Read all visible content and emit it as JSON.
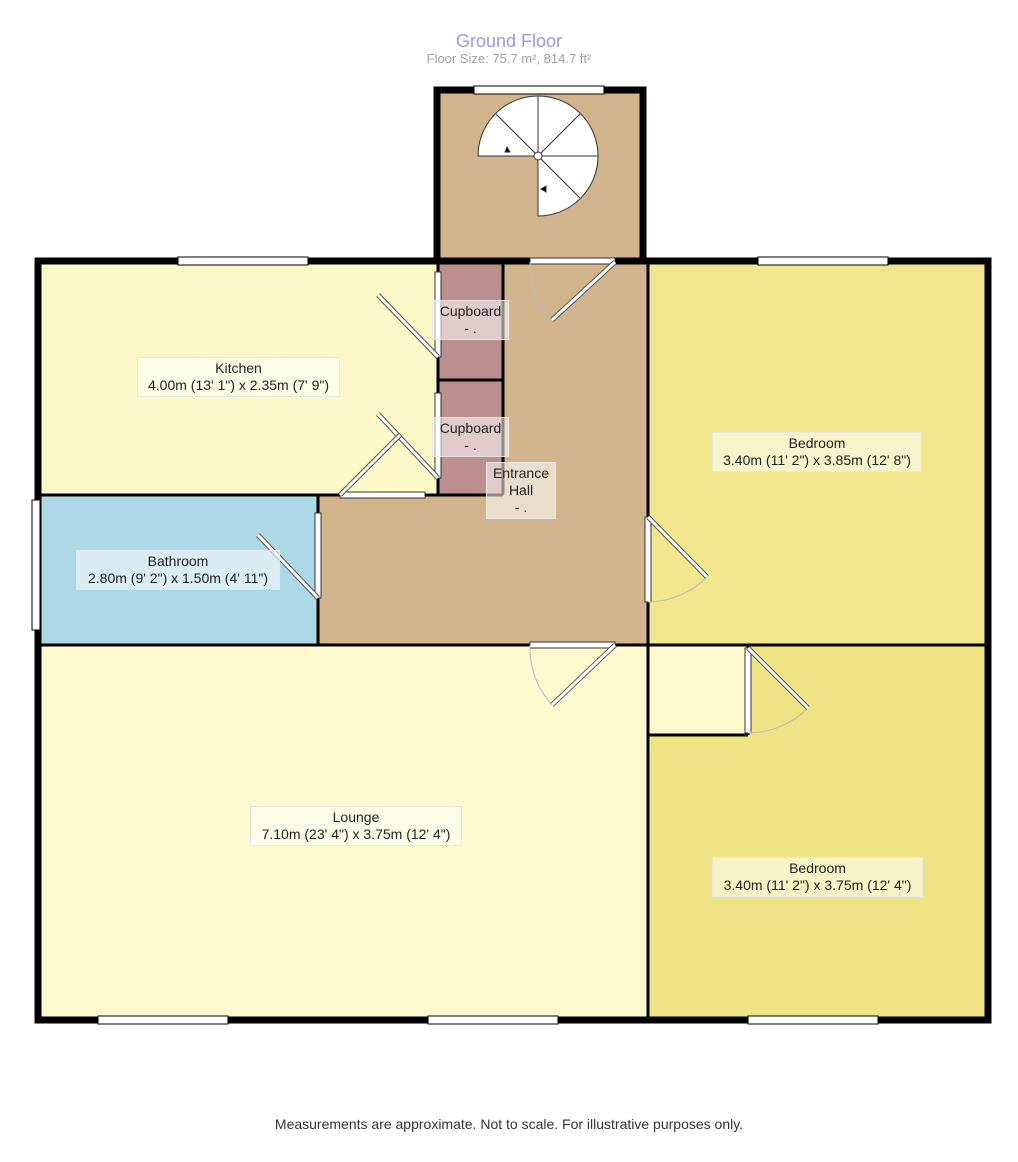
{
  "header": {
    "title": "Ground Floor",
    "floor_size": "Floor Size: 75.7 m², 814.7 ft²"
  },
  "rooms": {
    "kitchen": {
      "name": "Kitchen",
      "dims": "4.00m (13' 1\") x 2.35m (7' 9\")",
      "color": "#fdf8c8"
    },
    "cupboard1": {
      "name": "Cupboard",
      "dims": "- .",
      "color": "#bc8f8f"
    },
    "cupboard2": {
      "name": "Cupboard",
      "dims": "- .",
      "color": "#bc8f8f"
    },
    "hall": {
      "name": "Entrance Hall",
      "dims": "- .",
      "color": "#d2b48c"
    },
    "bathroom": {
      "name": "Bathroom",
      "dims": "2.80m (9' 2\") x 1.50m (4' 11\")",
      "color": "#add8e6"
    },
    "bedroom1": {
      "name": "Bedroom",
      "dims": "3.40m (11' 2\") x 3.85m (12' 8\")",
      "color": "#f0e68c"
    },
    "lounge": {
      "name": "Lounge",
      "dims": "7.10m (23' 4\") x 3.75m (12' 4\")",
      "color": "#fff9cf"
    },
    "bedroom2": {
      "name": "Bedroom",
      "dims": "3.40m (11' 2\") x 3.75m (12' 4\")",
      "color": "#f0e68c"
    }
  },
  "footer": "Measurements are approximate. Not to scale. For illustrative purposes only."
}
